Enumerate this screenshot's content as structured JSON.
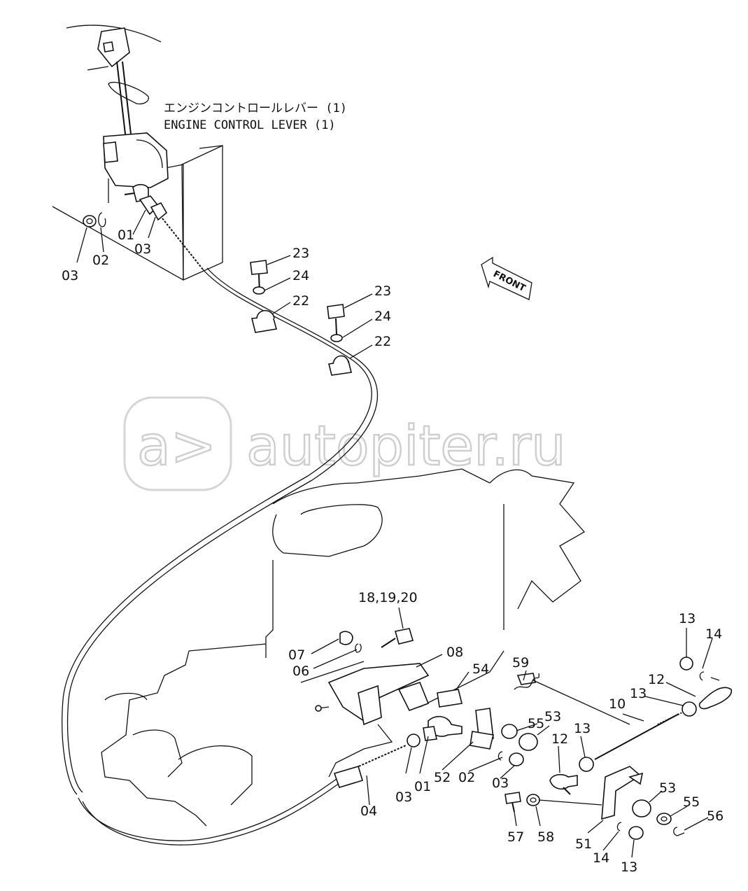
{
  "title_jp": "エンジンコントロールレバー (1)",
  "title_en": "ENGINE CONTROL LEVER (1)",
  "front_label": "FRONT",
  "watermark": {
    "icon": "a>",
    "text": "autopiter.ru"
  },
  "part_labels": {
    "p01a": "01",
    "p03a": "03",
    "p03b": "03",
    "p02a": "02",
    "p23a": "23",
    "p24a": "24",
    "p22a": "22",
    "p23b": "23",
    "p24b": "24",
    "p22b": "22",
    "p181920": "18,19,20",
    "p07": "07",
    "p06": "06",
    "p08": "08",
    "p54": "54",
    "p59": "59",
    "p55a": "55",
    "p53a": "53",
    "p13a": "13",
    "p14a": "14",
    "p12a": "12",
    "p13b": "13",
    "p10": "10",
    "p13c": "13",
    "p12b": "12",
    "p53b": "53",
    "p55b": "55",
    "p56": "56",
    "p04": "04",
    "p03c": "03",
    "p01b": "01",
    "p52": "52",
    "p02b": "02",
    "p03d": "03",
    "p57": "57",
    "p58": "58",
    "p51": "51",
    "p14b": "14",
    "p13d": "13"
  }
}
